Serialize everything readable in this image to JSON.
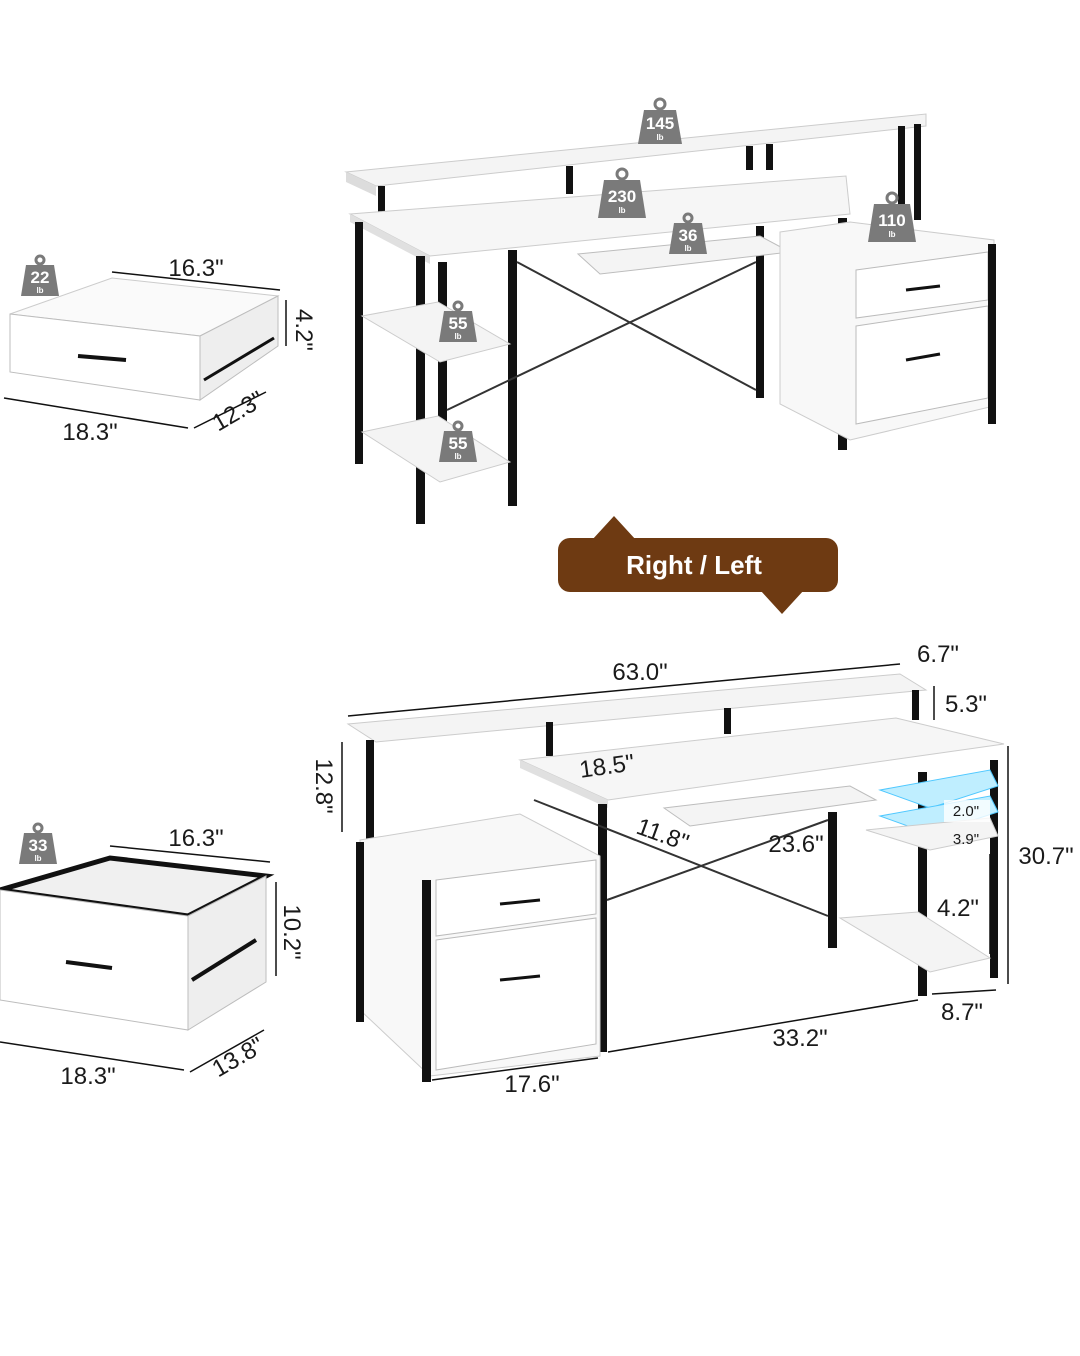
{
  "colors": {
    "banner": "#6e3a12",
    "weight_badge": "#7a7a7a",
    "frame": "#111111",
    "panel": "#ffffff",
    "led": "#4fc8ff"
  },
  "banner": {
    "label": "Right / Left"
  },
  "top_desk": {
    "weights": {
      "riser": "145",
      "desktop": "230",
      "cabinet": "110",
      "keyboard_tray": "36",
      "shelf_upper": "55",
      "shelf_lower": "55"
    },
    "unit": "lb"
  },
  "top_drawer": {
    "weight": "22",
    "unit": "lb",
    "depth": "16.3\"",
    "height": "4.2\"",
    "width": "18.3\"",
    "side": "12.3\""
  },
  "bottom_drawer": {
    "weight": "33",
    "unit": "lb",
    "depth": "16.3\"",
    "height": "10.2\"",
    "width": "18.3\"",
    "side": "13.8\""
  },
  "bottom_desk": {
    "length": "63.0\"",
    "riser_depth": "6.7\"",
    "riser_height": "5.3\"",
    "riser_clearance": "12.8\"",
    "desk_depth": "18.5\"",
    "tray_depth": "11.8\"",
    "tray_width": "23.6\"",
    "total_height": "30.7\"",
    "shelf_gap_a": "2.0\"",
    "shelf_gap_b": "3.9\"",
    "shelf_gap_c": "4.2\"",
    "shelf_width": "8.7\"",
    "knee_width": "33.2\"",
    "cabinet_width": "17.6\""
  }
}
